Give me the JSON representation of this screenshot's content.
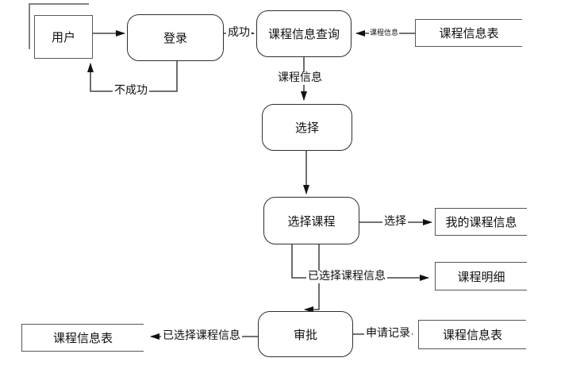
{
  "diagram": {
    "type": "data-flow-diagram",
    "background_color": "#ffffff",
    "line_color": "#1f1f1f",
    "shape_border_color": "#565656",
    "process_border_color": "#2e2e2e",
    "nodes": {
      "user": {
        "label": "用户",
        "shape": "external-entity-multiple"
      },
      "login": {
        "label": "登录",
        "shape": "rounded-process"
      },
      "course_info_query": {
        "label": "课程信息查询",
        "shape": "rounded-process"
      },
      "select": {
        "label": "选择",
        "shape": "rounded-process"
      },
      "select_course": {
        "label": "选择课程",
        "shape": "rounded-process"
      },
      "approve": {
        "label": "审批",
        "shape": "rounded-process"
      },
      "course_info_table_top": {
        "label": "课程信息表",
        "shape": "data-store"
      },
      "my_course_info": {
        "label": "我的课程信息",
        "shape": "data-store"
      },
      "course_detail": {
        "label": "课程明细",
        "shape": "data-store"
      },
      "course_info_table_left": {
        "label": "课程信息表",
        "shape": "data-store"
      },
      "course_info_table_right": {
        "label": "课程信息表",
        "shape": "data-store"
      }
    },
    "edge_labels": {
      "success": "成功",
      "fail": "不成功",
      "course_info_from_table": "课程信息",
      "course_info_down": "课程信息",
      "select": "选择",
      "selected_course_info_to_detail": "已选择课程信息",
      "selected_course_info_to_table": "已选择课程信息",
      "apply_record": "申请记录"
    }
  }
}
